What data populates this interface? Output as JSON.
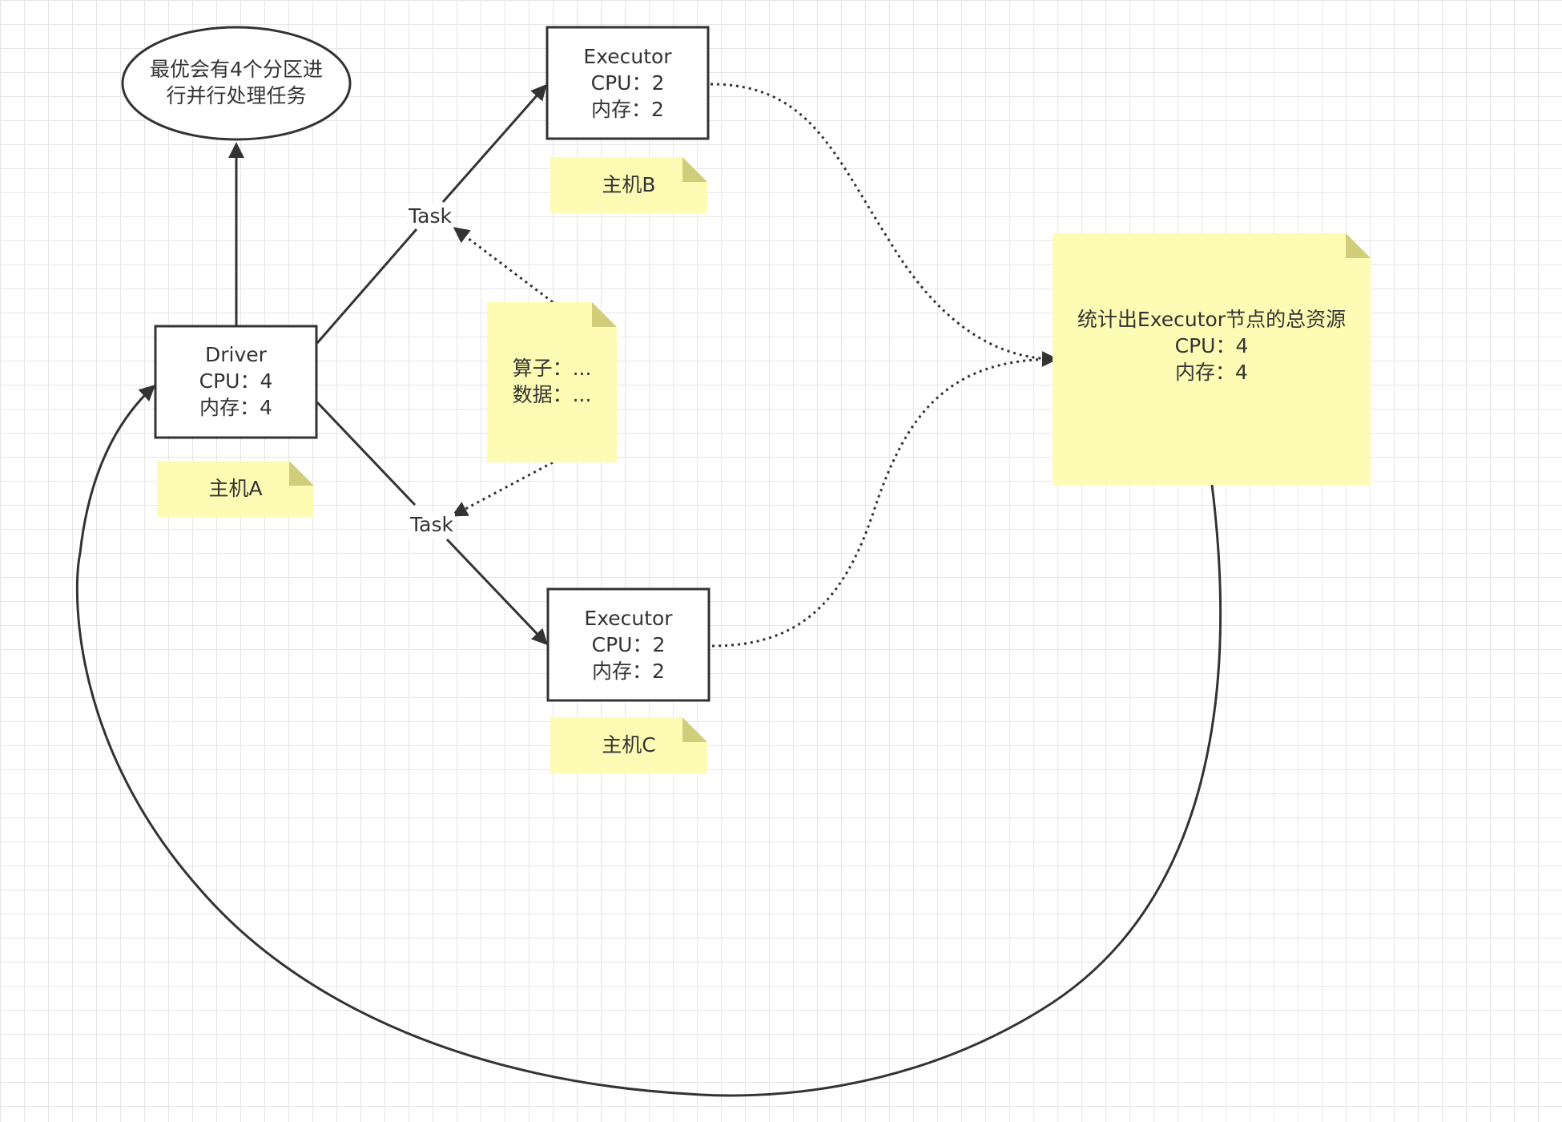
{
  "nodes": {
    "ellipse": {
      "lines": [
        "最优会有4个分区进",
        "行并行处理任务"
      ]
    },
    "driver": {
      "lines": [
        "Driver",
        "CPU：4",
        "内存：4"
      ]
    },
    "executor_b": {
      "lines": [
        "Executor",
        "CPU：2",
        "内存：2"
      ]
    },
    "executor_c": {
      "lines": [
        "Executor",
        "CPU：2",
        "内存：2"
      ]
    }
  },
  "notes": {
    "host_a": {
      "label": "主机A"
    },
    "host_b": {
      "label": "主机B"
    },
    "host_c": {
      "label": "主机C"
    },
    "task_payload": {
      "lines": [
        "算子：...",
        "数据：..."
      ]
    },
    "total": {
      "lines": [
        "统计出Executor节点的总资源",
        "CPU：4",
        "内存：4"
      ]
    }
  },
  "edge_labels": {
    "task_top": "Task",
    "task_bottom": "Task"
  },
  "colors": {
    "note_fill": "#fefcb4",
    "note_fold": "#d0cd7b",
    "stroke": "#333333",
    "grid": "#e6e6e6"
  }
}
